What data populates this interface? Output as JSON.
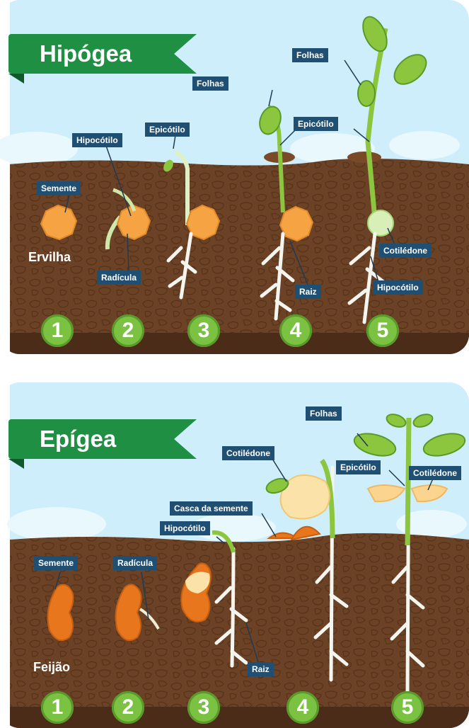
{
  "colors": {
    "sky": "#cdeefa",
    "soil": "#6b4226",
    "title_bg": "#1f8f43",
    "label_bg": "#1f4f73",
    "badge": "#7cc242",
    "seed_pea": "#f5a343",
    "seed_bean": "#e8761c",
    "stem": "#8cc63f"
  },
  "hipogea": {
    "title": "Hipógea",
    "seed_name": "Ervilha",
    "labels": {
      "semente": "Semente",
      "hipocotilo_1": "Hipocótilo",
      "epicotilo_1": "Epicótilo",
      "folhas_1": "Folhas",
      "epicotilo_2": "Epicótilo",
      "folhas_2": "Folhas",
      "radicula": "Radícula",
      "raiz": "Raiz",
      "cotiledone": "Cotilédone",
      "hipocotilo_2": "Hipocótilo"
    },
    "steps": [
      "1",
      "2",
      "3",
      "4",
      "5"
    ]
  },
  "epigea": {
    "title": "Epígea",
    "seed_name": "Feijão",
    "labels": {
      "semente": "Semente",
      "radicula": "Radícula",
      "hipocotilo": "Hipocótilo",
      "casca": "Casca da semente",
      "cotiledone_1": "Cotilédone",
      "folhas": "Folhas",
      "epicotilo": "Epicótilo",
      "cotiledone_2": "Cotilédone",
      "raiz": "Raiz"
    },
    "steps": [
      "1",
      "2",
      "3",
      "4",
      "5"
    ]
  }
}
